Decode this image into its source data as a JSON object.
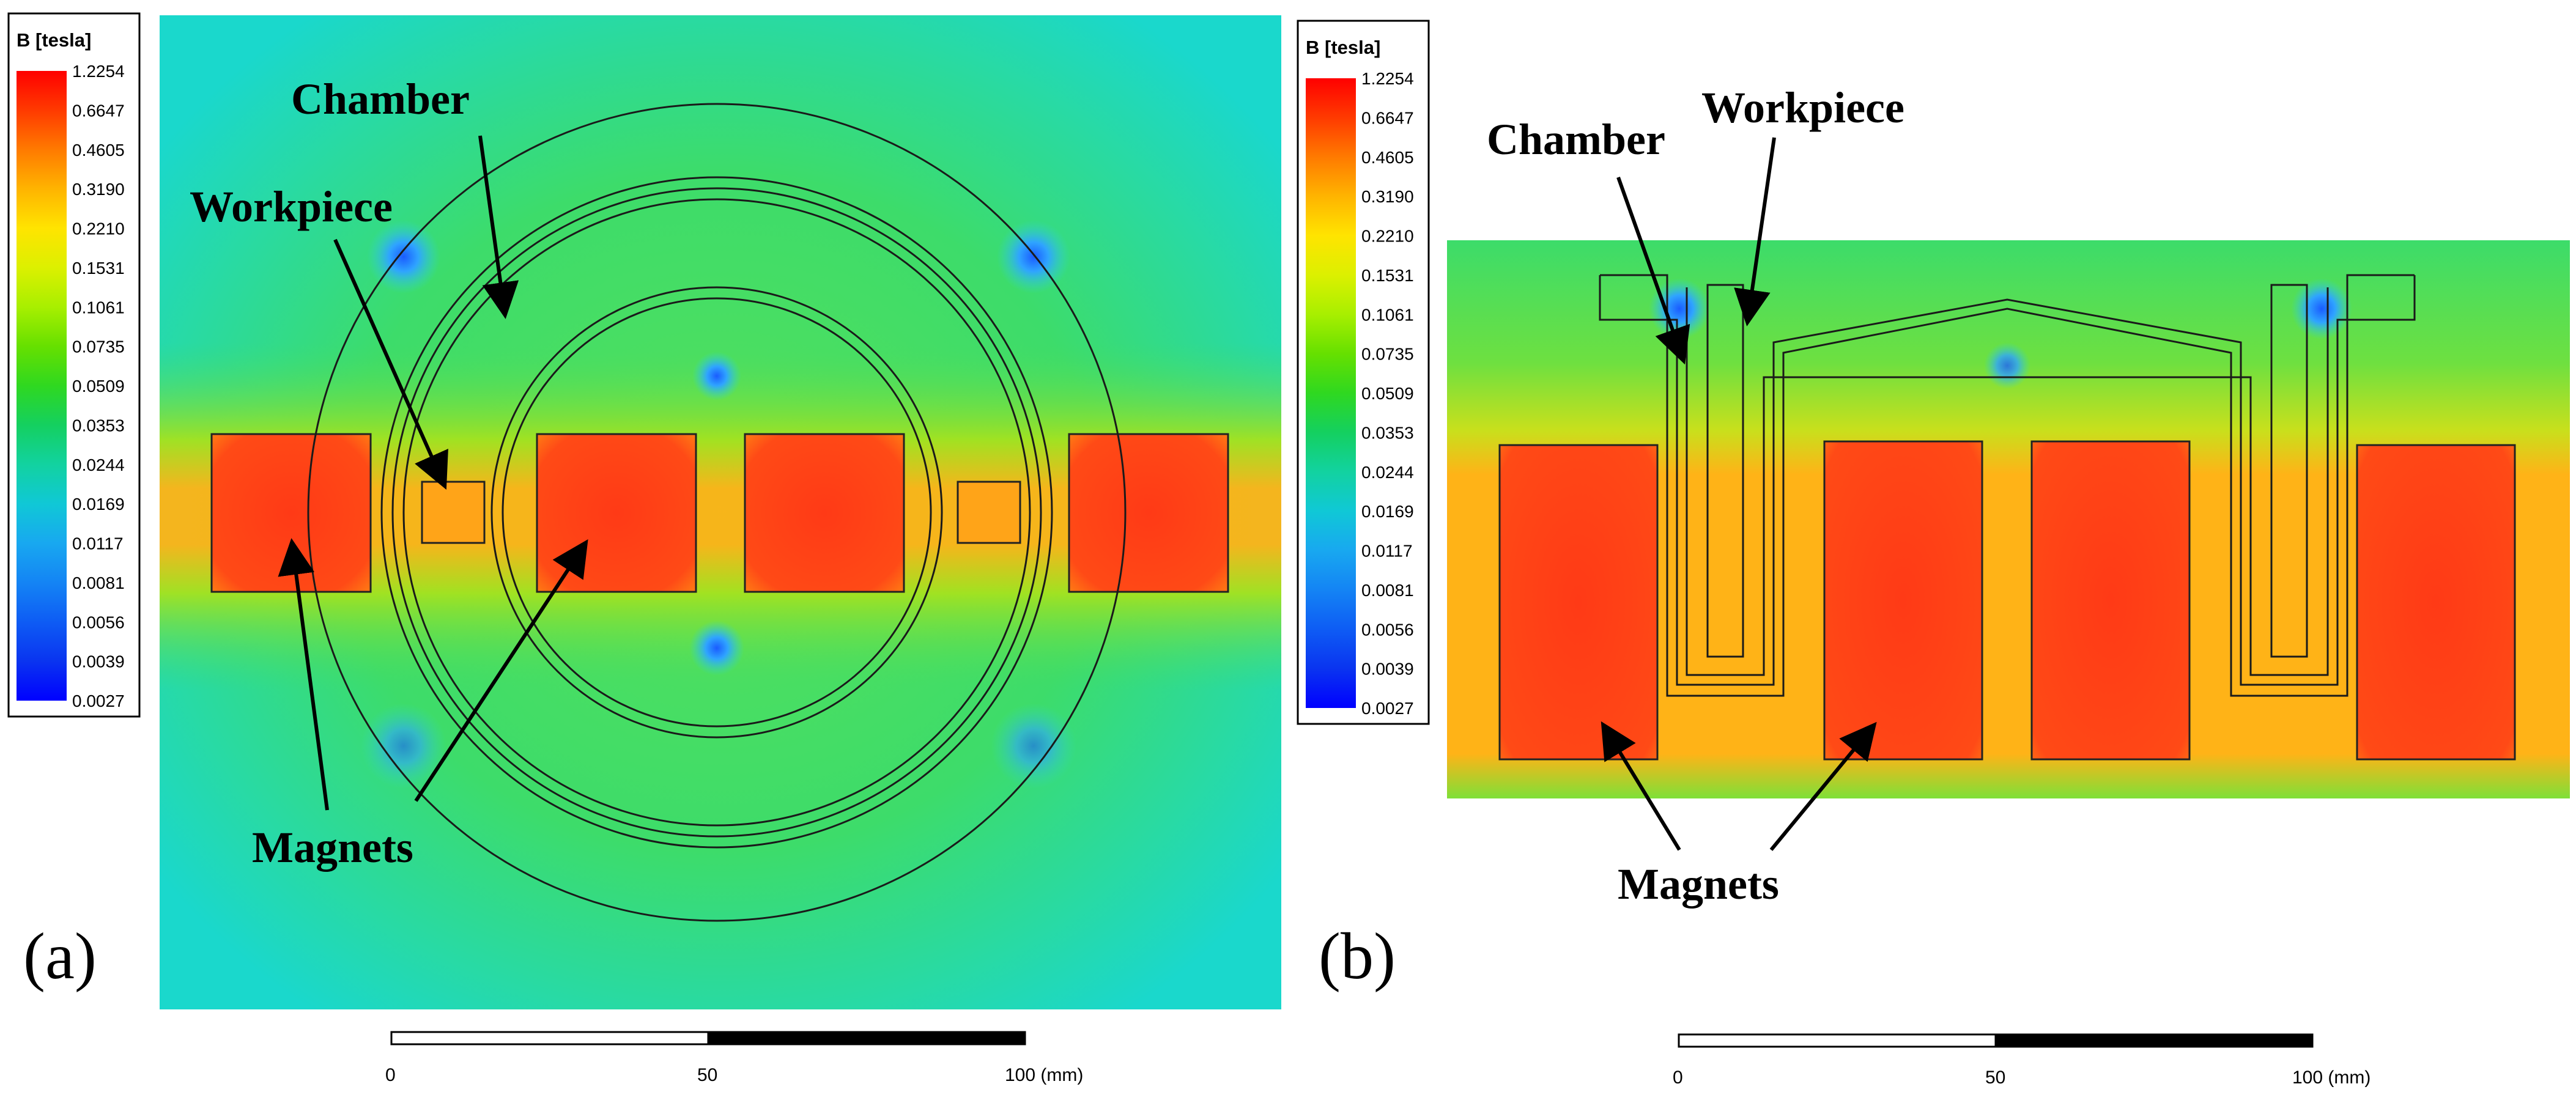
{
  "colors": {
    "field_low": "#18d6d0",
    "field_mid": "#3fde63",
    "field_band": "#b6e21e",
    "field_strong": "#ffb317",
    "magnet": "#ff3a16",
    "hotspot_blue": "#2f8cff"
  },
  "legend": {
    "title": "B [tesla]",
    "ticks": [
      "1.2254",
      "0.6647",
      "0.4605",
      "0.3190",
      "0.2210",
      "0.1531",
      "0.1061",
      "0.0735",
      "0.0509",
      "0.0353",
      "0.0244",
      "0.0169",
      "0.0117",
      "0.0081",
      "0.0056",
      "0.0039",
      "0.0027"
    ],
    "gradient_colors": [
      "#ff0000",
      "#ff3a00",
      "#ff7a00",
      "#ffb400",
      "#ffe400",
      "#dcf000",
      "#a8ef00",
      "#66e000",
      "#2fd820",
      "#14d060",
      "#12d2a0",
      "#10c8d6",
      "#18a8f0",
      "#1484f4",
      "#0e5cf4",
      "#0a34f0",
      "#0000ff"
    ]
  },
  "panels": {
    "a": {
      "label": "(a)",
      "callouts": {
        "chamber": "Chamber",
        "workpiece": "Workpiece",
        "magnets": "Magnets"
      },
      "scale": {
        "start": "0",
        "mid": "50",
        "end": "100 (mm)"
      }
    },
    "b": {
      "label": "(b)",
      "callouts": {
        "chamber": "Chamber",
        "workpiece": "Workpiece",
        "magnets": "Magnets"
      },
      "scale": {
        "start": "0",
        "mid": "50",
        "end": "100 (mm)"
      }
    }
  }
}
